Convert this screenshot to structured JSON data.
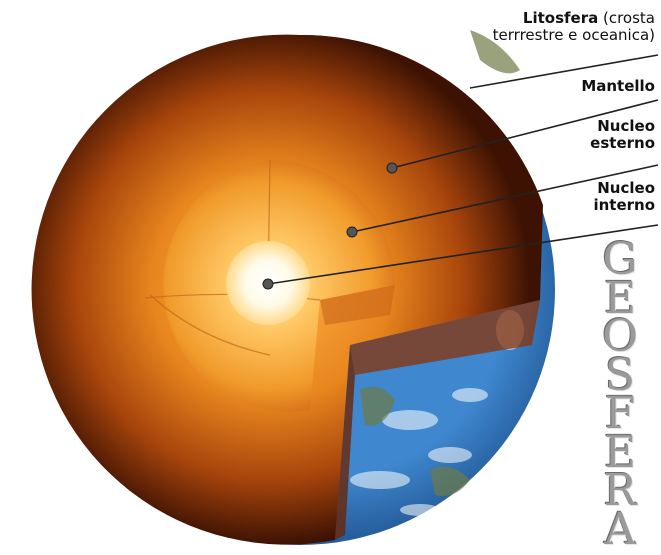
{
  "labels": {
    "litosfera_bold": "Litosfera",
    "litosfera_rest1": " (crosta",
    "litosfera_line2": "terrrestre e oceanica)",
    "mantello": "Mantello",
    "nucleo_esterno_1": "Nucleo",
    "nucleo_esterno_2": "esterno",
    "nucleo_interno_1": "Nucleo",
    "nucleo_interno_2": "interno"
  },
  "title": {
    "letters": [
      "G",
      "E",
      "O",
      "S",
      "F",
      "E",
      "R",
      "A"
    ]
  },
  "colors": {
    "mantle_outer": "#5a1e06",
    "mantle_inner": "#e07a1a",
    "outer_core": "#f3a43a",
    "inner_core": "#ffffff",
    "ocean": "#2f6fb3"
  }
}
